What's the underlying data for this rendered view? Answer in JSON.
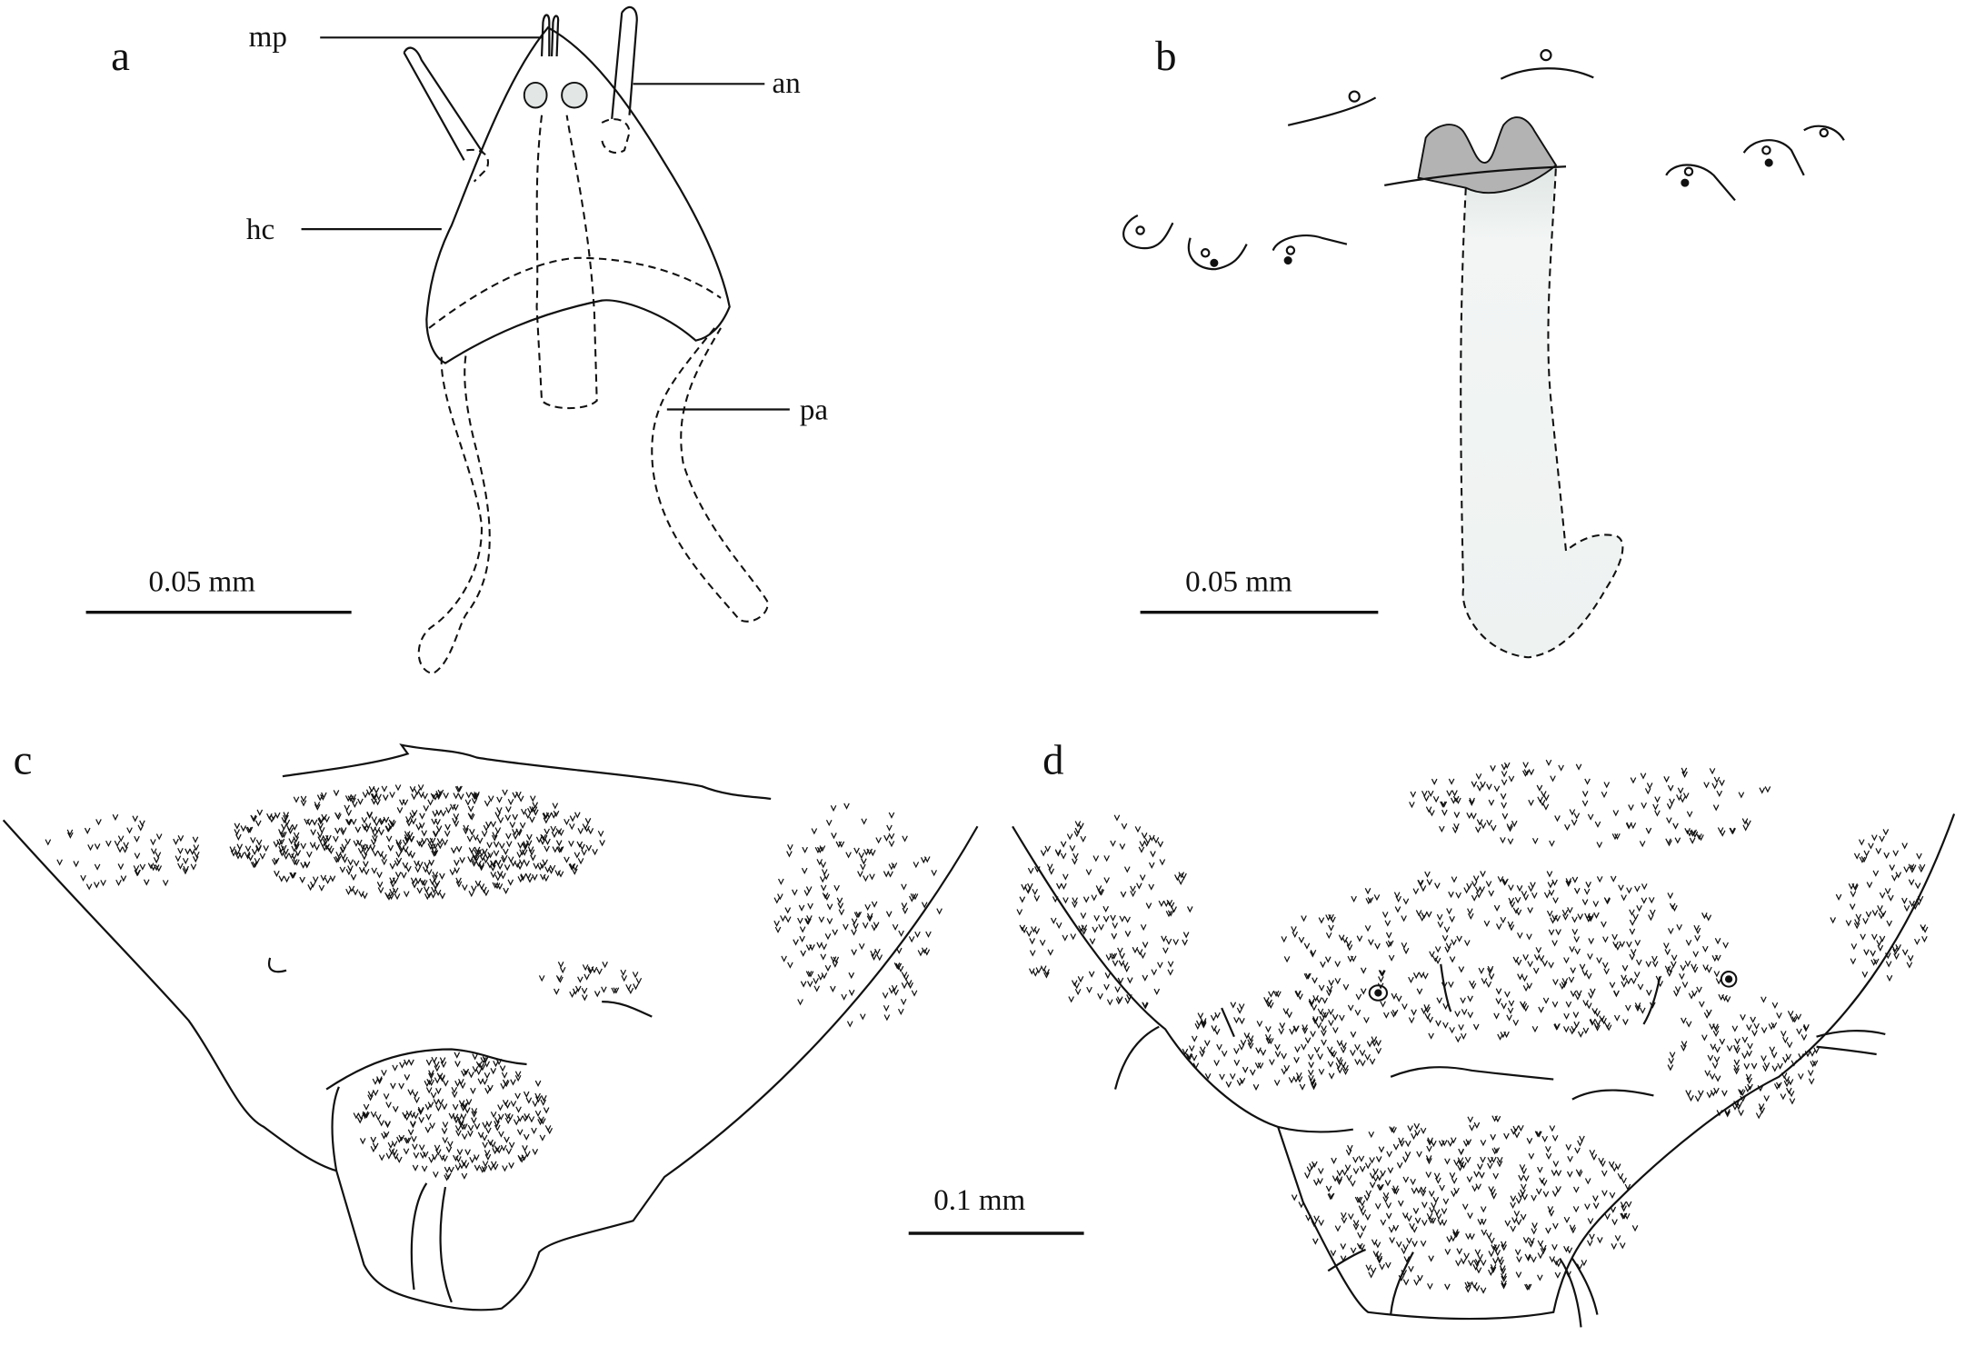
{
  "panels": {
    "a": {
      "label": "a",
      "annotations": {
        "mp": "mp",
        "an": "an",
        "hc": "hc",
        "pa": "pa"
      },
      "scale_bar": "0.05 mm"
    },
    "b": {
      "label": "b",
      "scale_bar": "0.05 mm"
    },
    "c": {
      "label": "c"
    },
    "d": {
      "label": "d"
    },
    "cd_scale_bar": "0.1 mm"
  },
  "colors": {
    "ink": "#111111",
    "sclerite_grey": "#b3b3b3",
    "body_fill": "#eef2f1"
  }
}
